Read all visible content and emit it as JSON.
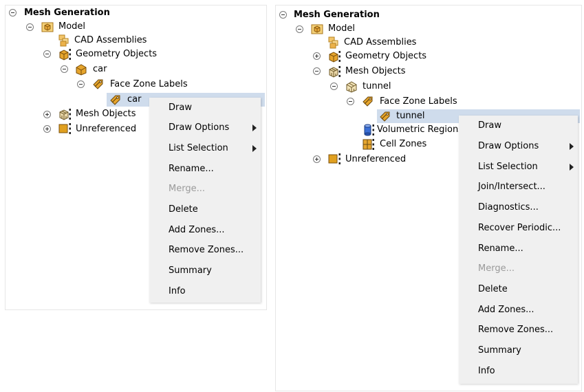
{
  "colors": {
    "folder": "#d9a13a",
    "gold": "#e0a020",
    "selection": "#cfdcec",
    "menu_bg": "#f0f0f0",
    "disabled": "#9a9a9a"
  },
  "left": {
    "tree": {
      "root": "Mesh Generation",
      "model": "Model",
      "cad": "CAD Assemblies",
      "geometry": "Geometry Objects",
      "car": "car",
      "face_zone_labels": "Face Zone Labels",
      "car_label": "car",
      "mesh": "Mesh Objects",
      "unref": "Unreferenced"
    },
    "menu": {
      "items": [
        "Draw",
        "Draw Options",
        "List Selection",
        "Rename...",
        "Merge...",
        "Delete",
        "Add Zones...",
        "Remove Zones...",
        "Summary",
        "Info"
      ]
    }
  },
  "right": {
    "tree": {
      "root": "Mesh Generation",
      "model": "Model",
      "cad": "CAD Assemblies",
      "geometry": "Geometry Objects",
      "mesh": "Mesh Objects",
      "tunnel": "tunnel",
      "face_zone_labels": "Face Zone Labels",
      "tunnel_label": "tunnel",
      "volumetric": "Volumetric Regions",
      "cell_zones": "Cell Zones",
      "unref": "Unreferenced"
    },
    "menu": {
      "items": [
        "Draw",
        "Draw Options",
        "List Selection",
        "Join/Intersect...",
        "Diagnostics...",
        "Recover Periodic...",
        "Rename...",
        "Merge...",
        "Delete",
        "Add Zones...",
        "Remove Zones...",
        "Summary",
        "Info"
      ]
    }
  }
}
